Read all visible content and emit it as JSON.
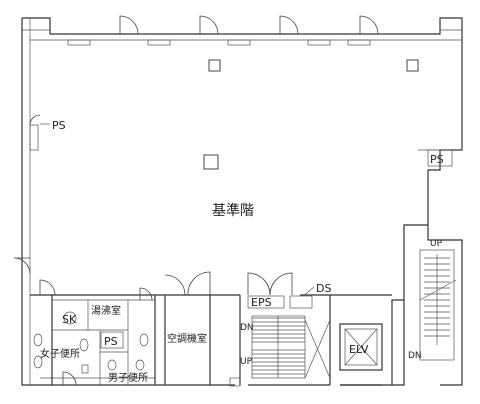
{
  "floor_label": "基準階",
  "rooms": {
    "ps_left": "PS",
    "ps_right": "PS",
    "sk": "SK",
    "kitchenette": "湯沸室",
    "ps_core": "PS",
    "womens_wc": "女子便所",
    "mens_wc": "男子便所",
    "ac_room": "空調機室",
    "eps": "EPS",
    "ds": "DS",
    "elv": "ELV"
  },
  "stairs": {
    "main_dn": "DN",
    "main_up": "UP",
    "escape_up": "UP",
    "escape_dn": "DN"
  }
}
